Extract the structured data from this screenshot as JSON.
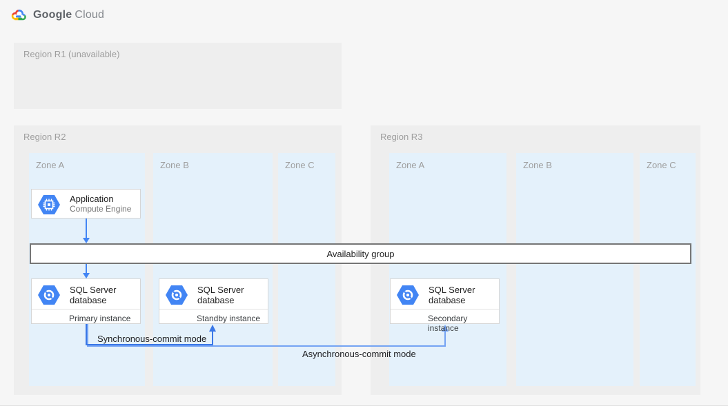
{
  "brand": {
    "google": "Google",
    "cloud": "Cloud"
  },
  "regions": {
    "r1": {
      "label": "Region R1 (unavailable)"
    },
    "r2": {
      "label": "Region R2",
      "zones": [
        "Zone A",
        "Zone B",
        "Zone C"
      ]
    },
    "r3": {
      "label": "Region R3",
      "zones": [
        "Zone A",
        "Zone B",
        "Zone C"
      ]
    }
  },
  "nodes": {
    "application": {
      "title": "Application",
      "subtitle": "Compute Engine"
    },
    "availability_group": {
      "label": "Availability group"
    },
    "sql_primary": {
      "title": "SQL Server database",
      "instance": "Primary instance"
    },
    "sql_standby": {
      "title": "SQL Server database",
      "instance": "Standby instance"
    },
    "sql_secondary": {
      "title": "SQL Server database",
      "instance": "Secondary instance"
    }
  },
  "edges": {
    "sync": {
      "label": "Synchronous-commit mode"
    },
    "async": {
      "label": "Asynchronous-commit mode"
    }
  },
  "colors": {
    "page_bg": "#f6f6f6",
    "region_fill": "#eeeeee",
    "zone_fill": "#e4f1fb",
    "arrow_blue": "#4285f4",
    "sync_blue": "#3b78e7",
    "async_blue": "#74a3f3",
    "icon_blue": "#4285f4",
    "logo_blue": "#4285f4",
    "logo_red": "#ea4335",
    "logo_yellow": "#fbbc05",
    "logo_green": "#34a853"
  }
}
